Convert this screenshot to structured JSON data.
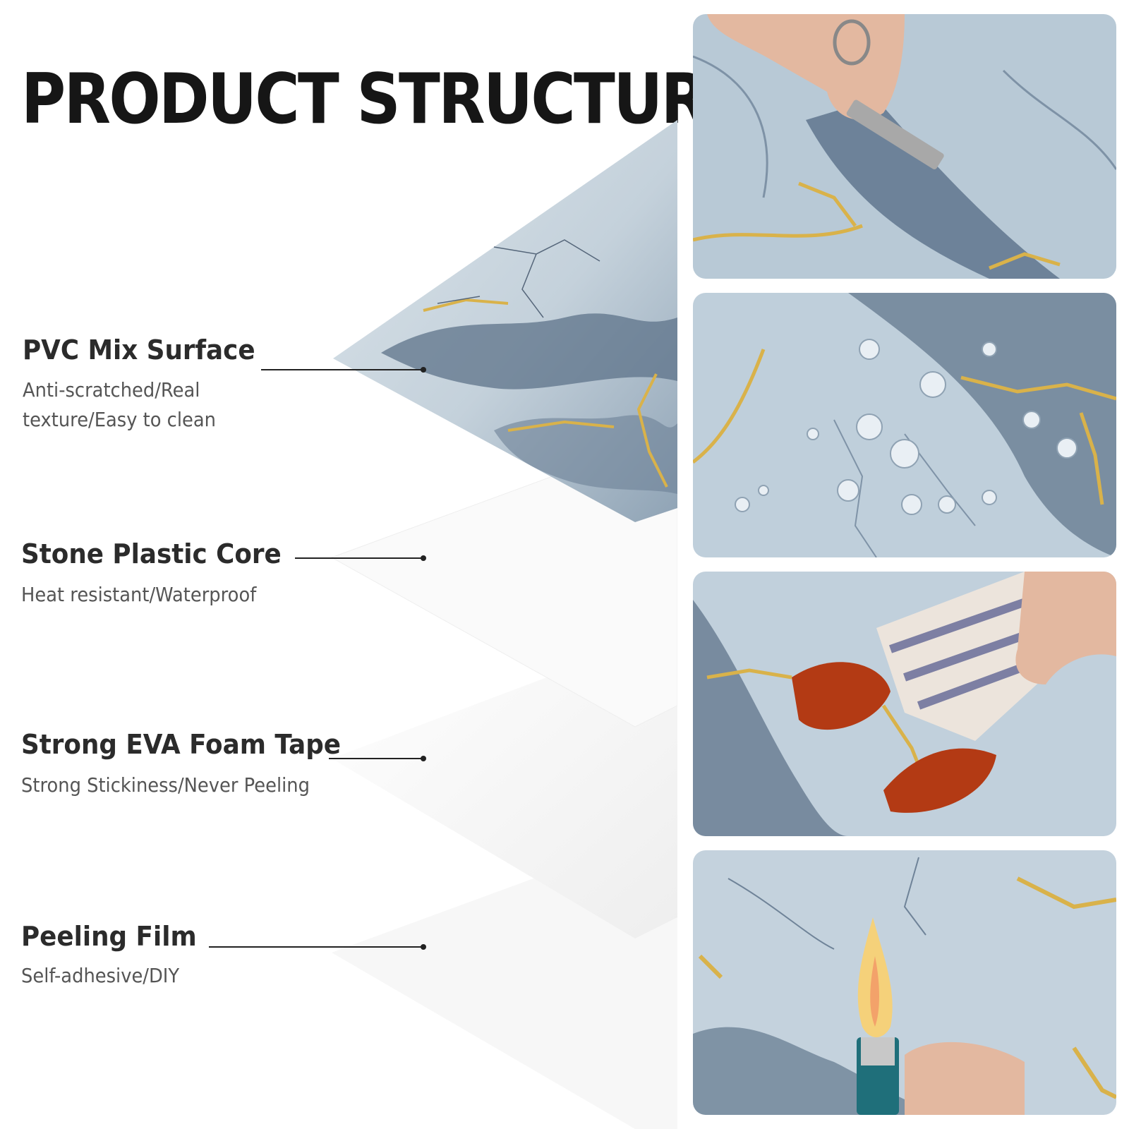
{
  "heading": "PRODUCT STRUCTURE",
  "layers": [
    {
      "title": "PVC Mix Surface",
      "description": "Anti-scratched/Real texture/Easy to clean"
    },
    {
      "title": "Stone Plastic Core",
      "description": "Heat resistant/Waterproof"
    },
    {
      "title": "Strong EVA Foam Tape",
      "description": "Strong Stickiness/Never Peeling"
    },
    {
      "title": "Peeling Film",
      "description": "Self-adhesive/DIY"
    }
  ],
  "photos": [
    {
      "subject": "scratch-test"
    },
    {
      "subject": "water-drops"
    },
    {
      "subject": "stain-wipe"
    },
    {
      "subject": "lighter-flame"
    }
  ],
  "colors": {
    "marble_light": "#c9d6df",
    "marble_vein": "#4e6278",
    "gold_vein": "#d9b24a",
    "text_dark": "#161616",
    "text_body": "#555555"
  }
}
